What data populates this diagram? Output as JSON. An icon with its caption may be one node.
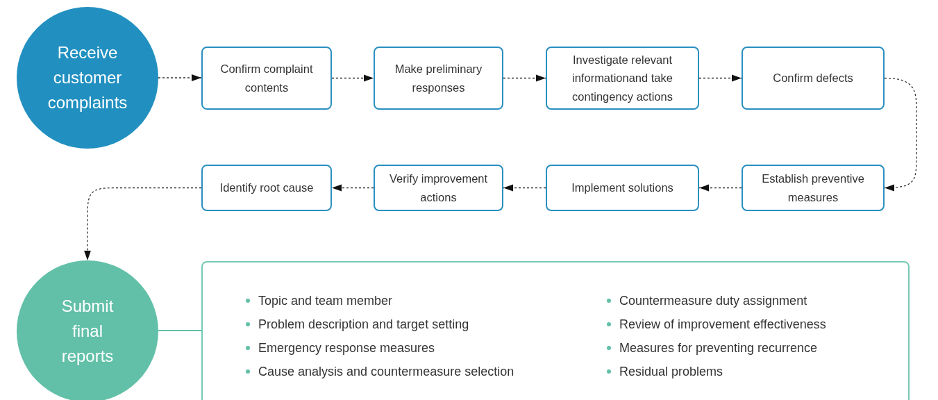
{
  "diagram": {
    "nodes": [
      {
        "text": [
          "Receive customer complaints"
        ]
      },
      {
        "text": [
          "Confirm complaint contents"
        ]
      },
      {
        "text": [
          "Make preliminary responses"
        ]
      },
      {
        "text": [
          "Investigate relevant informationand take contingency actions"
        ]
      },
      {
        "text": [
          "Confirm defects"
        ]
      },
      {
        "text": [
          "Establish preventive measures"
        ]
      },
      {
        "text": [
          "Implement solutions"
        ]
      },
      {
        "text": [
          "Verify improvement actions"
        ]
      },
      {
        "text": [
          "Identify root cause"
        ]
      },
      {
        "text": [
          "Submit final reports"
        ]
      },
      {
        "text": [
          "Topic and team member",
          "Problem description and target setting",
          "Emergency response measures",
          "Cause analysis and countermeasure selection",
          "Countermeasure duty assignment",
          "Review of improvement effectiveness",
          "Measures for preventing recurrence",
          "Residual problems"
        ]
      }
    ],
    "edges": [
      {
        "from": 0,
        "to": 1,
        "arrow": "to",
        "style": "dashed"
      },
      {
        "from": 1,
        "to": 2,
        "arrow": "to",
        "style": "dashed"
      },
      {
        "from": 2,
        "to": 3,
        "arrow": "to",
        "style": "dashed"
      },
      {
        "from": 3,
        "to": 4,
        "arrow": "to",
        "style": "dashed"
      },
      {
        "from": 4,
        "to": 5,
        "arrow": "to",
        "style": "dashed"
      },
      {
        "from": 5,
        "to": 6,
        "arrow": "to",
        "style": "dashed"
      },
      {
        "from": 6,
        "to": 7,
        "arrow": "to",
        "style": "dashed"
      },
      {
        "from": 7,
        "to": 8,
        "arrow": "to",
        "style": "dashed"
      },
      {
        "from": 8,
        "to": 9,
        "arrow": "to",
        "style": "dashed"
      },
      {
        "from": 9,
        "to": 10,
        "arrow": "none",
        "color": "#62c0a8"
      }
    ]
  }
}
